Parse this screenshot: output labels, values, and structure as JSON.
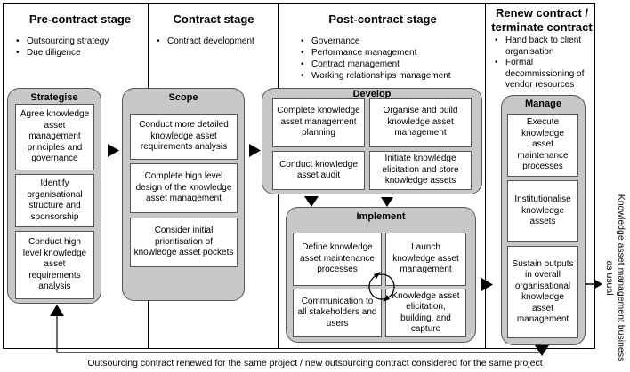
{
  "stages": [
    {
      "title": "Pre-contract stage",
      "bullets": [
        "Outsourcing strategy",
        "Due diligence"
      ]
    },
    {
      "title": "Contract stage",
      "bullets": [
        "Contract development"
      ]
    },
    {
      "title": "Post-contract stage",
      "bullets": [
        "Governance",
        "Performance management",
        "Contract management",
        "Working relationships management"
      ]
    },
    {
      "title_line1": "Renew contract /",
      "title_line2": "terminate contract",
      "bullets": [
        "Hand back to client organisation",
        "Formal decommissioning of vendor resources"
      ]
    }
  ],
  "strategise": {
    "title": "Strategise",
    "items": [
      "Agree knowledge asset management principles and governance",
      "Identify organisational structure and sponsorship",
      "Conduct high level knowledge asset requirements analysis"
    ]
  },
  "scope": {
    "title": "Scope",
    "items": [
      "Conduct more detailed knowledge asset requirements analysis",
      "Complete high level design of the knowledge asset management",
      "Consider initial prioritisation of knowledge asset pockets"
    ]
  },
  "develop": {
    "title": "Develop",
    "items": [
      "Complete knowledge asset management planning",
      "Organise and build knowledge asset management",
      "Conduct knowledge asset audit",
      "Initiate knowledge elicitation and store knowledge assets"
    ]
  },
  "implement": {
    "title": "Implement",
    "items": [
      "Define knowledge asset maintenance processes",
      "Launch knowledge asset management",
      "Communication to all stakeholders and users",
      "Knowledge asset elicitation, building, and capture"
    ]
  },
  "manage": {
    "title": "Manage",
    "items": [
      "Execute knowledge asset maintenance processes",
      "Institutionalise knowledge assets",
      "Sustain outputs in overall organisational knowledge asset management"
    ]
  },
  "side_label": "Knowledge asset management business as usual",
  "bottom_label": "Outsourcing contract renewed for the same project / new outsourcing contract considered for the same project"
}
